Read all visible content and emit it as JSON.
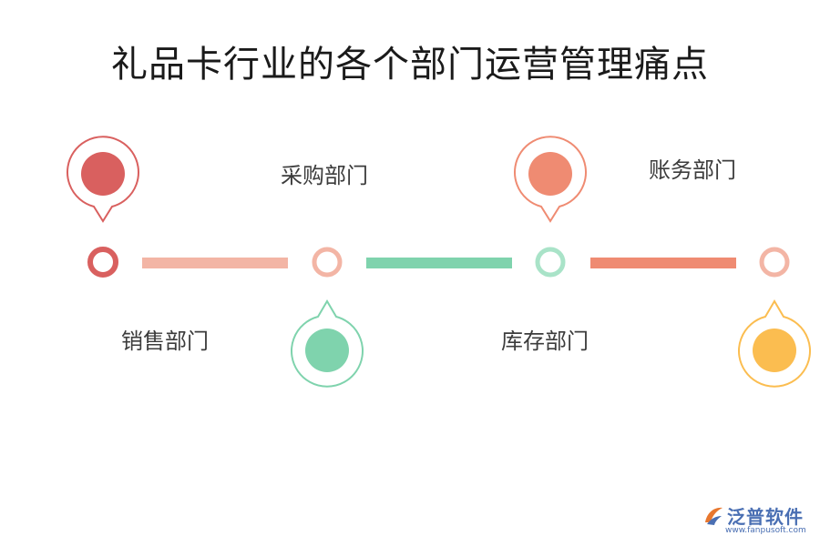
{
  "title": "礼品卡行业的各个部门运营管理痛点",
  "colors": {
    "red": "#d9605f",
    "salmon_light": "#f3b5a5",
    "green": "#7fd3ad",
    "mint_light": "#a9e3c8",
    "orange_red": "#ef8b72",
    "pink_light": "#f3b5a5",
    "yellow": "#fbbd50",
    "label": "#3c3c3c"
  },
  "timeline": {
    "nodes": [
      {
        "id": "n1",
        "ring_color": "#d9605f"
      },
      {
        "id": "n2",
        "ring_color": "#f3b5a5"
      },
      {
        "id": "n3",
        "ring_color": "#a9e3c8"
      },
      {
        "id": "n4",
        "ring_color": "#f3b5a5"
      }
    ],
    "segments": [
      {
        "color": "#f3b5a5"
      },
      {
        "color": "#7fd3ad"
      },
      {
        "color": "#ef8b72"
      }
    ]
  },
  "departments": [
    {
      "label": "销售部门",
      "pin_color": "#d9605f",
      "pin_position": "above",
      "label_position": "below"
    },
    {
      "label": "采购部门",
      "pin_color": "#7fd3ad",
      "pin_position": "below",
      "label_position": "above"
    },
    {
      "label": "库存部门",
      "pin_color": "#ef8b72",
      "pin_position": "above",
      "label_position": "below"
    },
    {
      "label": "账务部门",
      "pin_color": "#fbbd50",
      "pin_position": "below",
      "label_position": "above"
    }
  ],
  "logo": {
    "name": "泛普软件",
    "url": "www.fanpusoft.com",
    "icon": "fanpu-logo-icon"
  }
}
